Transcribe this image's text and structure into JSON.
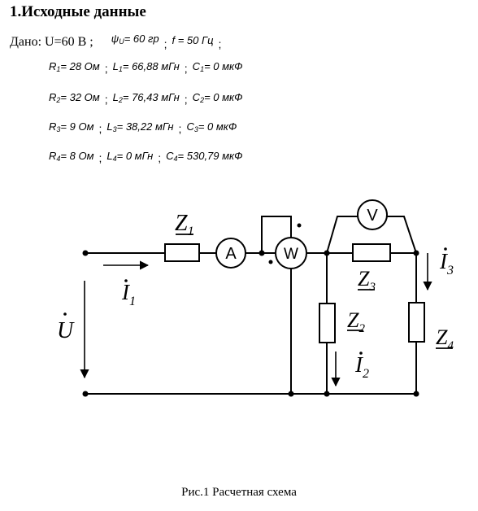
{
  "heading": "1.Исходные данные",
  "given": {
    "prefix": "Дано: U=60 В ;",
    "psi": "ψ",
    "psi_sub": "U",
    "psi_value": "= 60 гр",
    "f": "f = 50 Гц",
    "separator": ";"
  },
  "params": [
    {
      "r_sym": "R",
      "r_sub": "1",
      "r_val": "= 28 Ом",
      "l_sym": "L",
      "l_sub": "1",
      "l_val": "= 66,88 мГн",
      "c_sym": "C",
      "c_sub": "1",
      "c_val": "= 0 мкФ"
    },
    {
      "r_sym": "R",
      "r_sub": "2",
      "r_val": "= 32 Ом",
      "l_sym": "L",
      "l_sub": "2",
      "l_val": "= 76,43 мГн",
      "c_sym": "C",
      "c_sub": "2",
      "c_val": "= 0 мкФ"
    },
    {
      "r_sym": "R",
      "r_sub": "3",
      "r_val": "= 9 Ом",
      "l_sym": "L",
      "l_sub": "3",
      "l_val": "= 38,22 мГн",
      "c_sym": "C",
      "c_sub": "3",
      "c_val": "= 0 мкФ"
    },
    {
      "r_sym": "R",
      "r_sub": "4",
      "r_val": "= 8 Ом",
      "l_sym": "L",
      "l_sub": "4",
      "l_val": "= 0 мГн",
      "c_sym": "C",
      "c_sub": "4",
      "c_val": "= 530,79 мкФ"
    }
  ],
  "circuit": {
    "z1": "Z",
    "z1_sub": "1",
    "z2": "Z",
    "z2_sub": "2",
    "z3": "Z",
    "z3_sub": "3",
    "z4": "Z",
    "z4_sub": "4",
    "i1": "I",
    "i1_sub": "1",
    "i2": "I",
    "i2_sub": "2",
    "i3": "I",
    "i3_sub": "3",
    "u": "U",
    "ammeter": "A",
    "wattmeter": "W",
    "voltmeter": "V"
  },
  "caption": "Рис.1 Расчетная схема"
}
